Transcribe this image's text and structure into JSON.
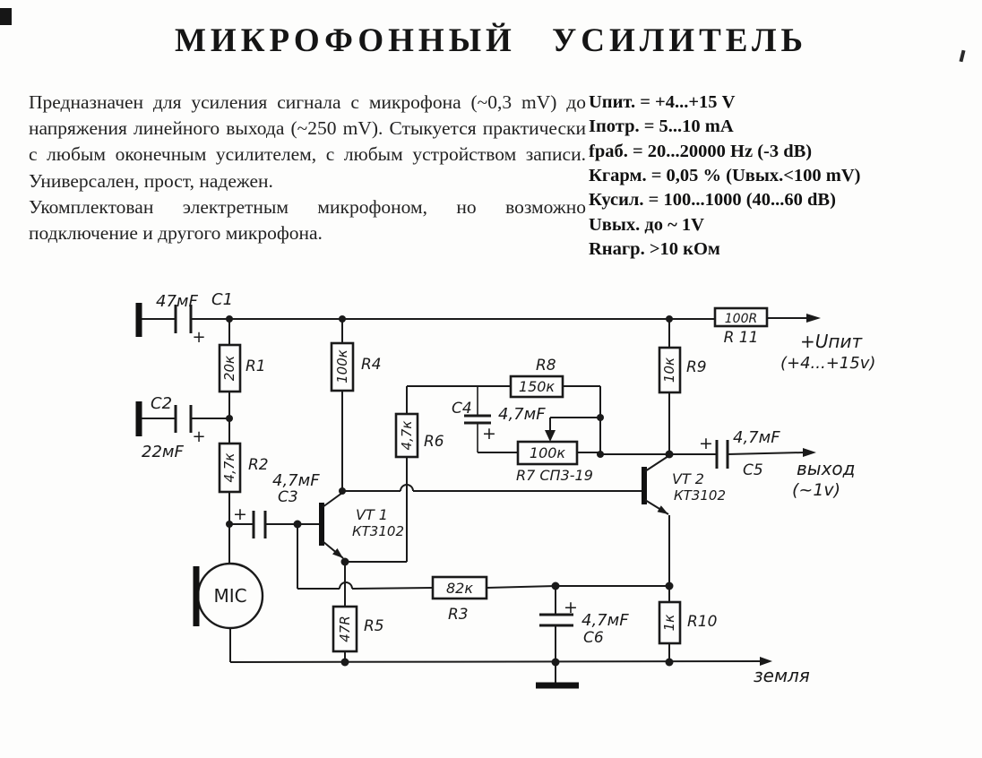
{
  "title": "МИКРОФОННЫЙ УСИЛИТЕЛЬ",
  "description": {
    "p1": "Предназначен для усиления сигнала с микрофона (~0,3 mV) до напряжения линейного выхода (~250 mV). Стыкуется практически с любым оконечным усилителем, с любым устройством записи. Универсален, прост, надежен.",
    "p2": "Укомплектован электретным микрофоном, но возможно подключение и другого микрофона."
  },
  "specs": [
    "Uпит. = +4...+15 V",
    "Iпотр. = 5...10 mA",
    "fраб. = 20...20000 Hz (-3 dB)",
    "Кгарм. = 0,05 % (Uвых.<100 mV)",
    "Кусил. = 100...1000 (40...60 dB)",
    "Uвых. до ~ 1V",
    "Rнагр. >10 кОм"
  ],
  "schematic": {
    "c1": {
      "value": "47мF",
      "ref": "C1",
      "plus": "+"
    },
    "c2": {
      "ref": "C2",
      "value": "22мF",
      "plus": "+"
    },
    "c3": {
      "value": "4,7мF",
      "ref": "С3",
      "plus": "+"
    },
    "c4": {
      "ref": "C4",
      "value": "4,7мF",
      "plus": "+"
    },
    "c5": {
      "value": "4,7мF",
      "ref": "C5",
      "plus": "+"
    },
    "c6": {
      "value": "4,7мF",
      "ref": "C6",
      "plus": "+"
    },
    "r1": {
      "value": "20к",
      "ref": "R1"
    },
    "r2": {
      "value": "4,7к",
      "ref": "R2"
    },
    "r3": {
      "value": "82к",
      "ref": "R3"
    },
    "r4": {
      "value": "100к",
      "ref": "R4"
    },
    "r5": {
      "value": "47R",
      "ref": "R5"
    },
    "r6": {
      "value": "4,7к",
      "ref": "R6"
    },
    "r7": {
      "value": "100к",
      "ref": "R7 СП3-19"
    },
    "r8": {
      "value": "150к",
      "ref": "R8"
    },
    "r9": {
      "value": "10к",
      "ref": "R9"
    },
    "r10": {
      "value": "1к",
      "ref": "R10"
    },
    "r11": {
      "value": "100R",
      "ref": "R 11"
    },
    "vt1": {
      "ref": "VT 1",
      "type": "КТ3102"
    },
    "vt2": {
      "ref": "VT 2",
      "type": "КТ3102"
    },
    "mic": "MIC",
    "power": {
      "label": "+Uпит",
      "range": "(+4...+15v)"
    },
    "output": {
      "label": "выход",
      "level": "(~1v)"
    },
    "ground": "земля"
  },
  "colors": {
    "ink": "#1a1a1a",
    "paper": "#fdfdfc"
  }
}
